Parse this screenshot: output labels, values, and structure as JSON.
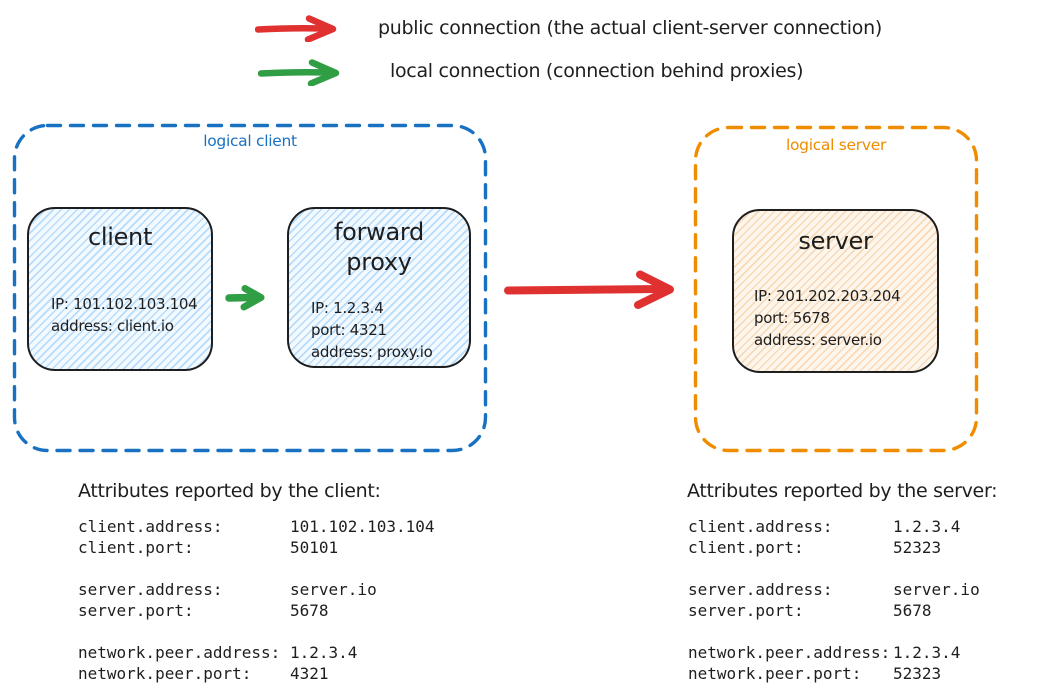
{
  "colors": {
    "public_connection_red": "#e03131",
    "local_connection_green": "#2f9e44",
    "logical_client_blue": "#1971c2",
    "logical_server_orange": "#f08c00",
    "text": "#1e1e1e",
    "client_fill": "#d7eafc",
    "server_fill": "#faeede"
  },
  "legend": {
    "public": {
      "label": "public connection (the actual client-server connection)"
    },
    "local": {
      "label": "local connection (connection behind proxies)"
    }
  },
  "logical_client": {
    "label": "logical client",
    "client_node": {
      "title": "client",
      "lines": [
        "IP: 101.102.103.104",
        "address: client.io"
      ]
    },
    "proxy_node": {
      "title": "forward proxy",
      "lines": [
        "IP: 1.2.3.4",
        "port: 4321",
        "address: proxy.io"
      ]
    }
  },
  "logical_server": {
    "label": "logical server",
    "server_node": {
      "title": "server",
      "lines": [
        "IP: 201.202.203.204",
        "port: 5678",
        "address: server.io"
      ]
    }
  },
  "client_attributes": {
    "heading": "Attributes reported by the client:",
    "groups": [
      {
        "rows": [
          {
            "label": "client.address:",
            "value": "101.102.103.104"
          },
          {
            "label": "client.port:",
            "value": "50101"
          }
        ]
      },
      {
        "rows": [
          {
            "label": "server.address:",
            "value": "server.io"
          },
          {
            "label": "server.port:",
            "value": "5678"
          }
        ]
      },
      {
        "rows": [
          {
            "label": "network.peer.address:",
            "value": "1.2.3.4"
          },
          {
            "label": "network.peer.port:",
            "value": "4321"
          }
        ]
      }
    ]
  },
  "server_attributes": {
    "heading": "Attributes reported by the server:",
    "groups": [
      {
        "rows": [
          {
            "label": "client.address:",
            "value": "1.2.3.4"
          },
          {
            "label": "client.port:",
            "value": "52323"
          }
        ]
      },
      {
        "rows": [
          {
            "label": "server.address:",
            "value": "server.io"
          },
          {
            "label": "server.port:",
            "value": "5678"
          }
        ]
      },
      {
        "rows": [
          {
            "label": "network.peer.address:",
            "value": "1.2.3.4"
          },
          {
            "label": "network.peer.port:",
            "value": "52323"
          }
        ]
      }
    ]
  }
}
